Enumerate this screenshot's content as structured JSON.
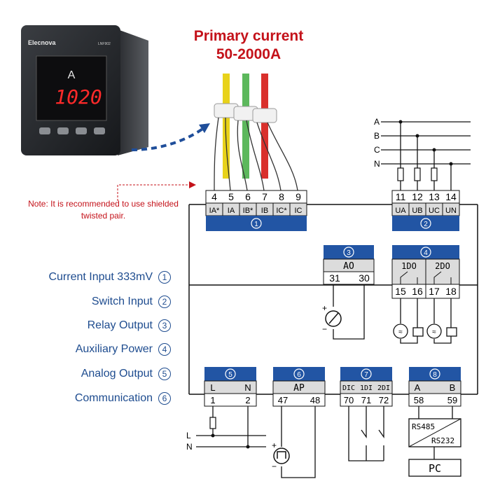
{
  "title": {
    "line1": "Primary current",
    "line2": "50-2000A"
  },
  "note": "Note: It is recommended to use shielded twisted pair.",
  "meter": {
    "brand": "Elecnova",
    "model": "LNF902",
    "unit": "A",
    "reading": "1020"
  },
  "legend": [
    {
      "label": "Current Input 333mV",
      "num": "1"
    },
    {
      "label": "Switch Input",
      "num": "2"
    },
    {
      "label": "Relay Output",
      "num": "3"
    },
    {
      "label": "Auxiliary Power",
      "num": "4"
    },
    {
      "label": "Analog Output",
      "num": "5"
    },
    {
      "label": "Communication",
      "num": "6"
    }
  ],
  "phase_lines": [
    "A",
    "B",
    "C",
    "N"
  ],
  "blocks": {
    "b1": {
      "num": "1",
      "terminals": [
        "4",
        "5",
        "6",
        "7",
        "8",
        "9"
      ],
      "labels": [
        "IA*",
        "IA",
        "IB*",
        "IB",
        "IC*",
        "IC"
      ]
    },
    "b2": {
      "num": "2",
      "terminals": [
        "11",
        "12",
        "13",
        "14"
      ],
      "labels": [
        "UA",
        "UB",
        "UC",
        "UN"
      ]
    },
    "b3": {
      "num": "3",
      "label": "AO",
      "terminals": [
        "31",
        "30"
      ]
    },
    "b4": {
      "num": "4",
      "labels": [
        "1DO",
        "2DO"
      ],
      "terminals": [
        "15",
        "16",
        "17",
        "18"
      ]
    },
    "b5": {
      "num": "5",
      "labels": [
        "L",
        "N"
      ],
      "terminals": [
        "1",
        "2"
      ]
    },
    "b6": {
      "num": "6",
      "label": "AP",
      "terminals": [
        "47",
        "48"
      ]
    },
    "b7": {
      "num": "7",
      "labels": [
        "DIC",
        "1DI",
        "2DI"
      ],
      "terminals": [
        "70",
        "71",
        "72"
      ]
    },
    "b8": {
      "num": "8",
      "labels": [
        "A",
        "B"
      ],
      "terminals": [
        "58",
        "59"
      ]
    }
  },
  "aux_lines": [
    "L",
    "N"
  ],
  "converter": {
    "left": "RS485",
    "right": "RS232"
  },
  "pc": "PC",
  "colors": {
    "title": "#c4121a",
    "legend": "#1e4c8f",
    "block": "#2255a4",
    "wire_yellow": "#e8d21a",
    "wire_green": "#5cb85c",
    "wire_red": "#d9302c"
  }
}
